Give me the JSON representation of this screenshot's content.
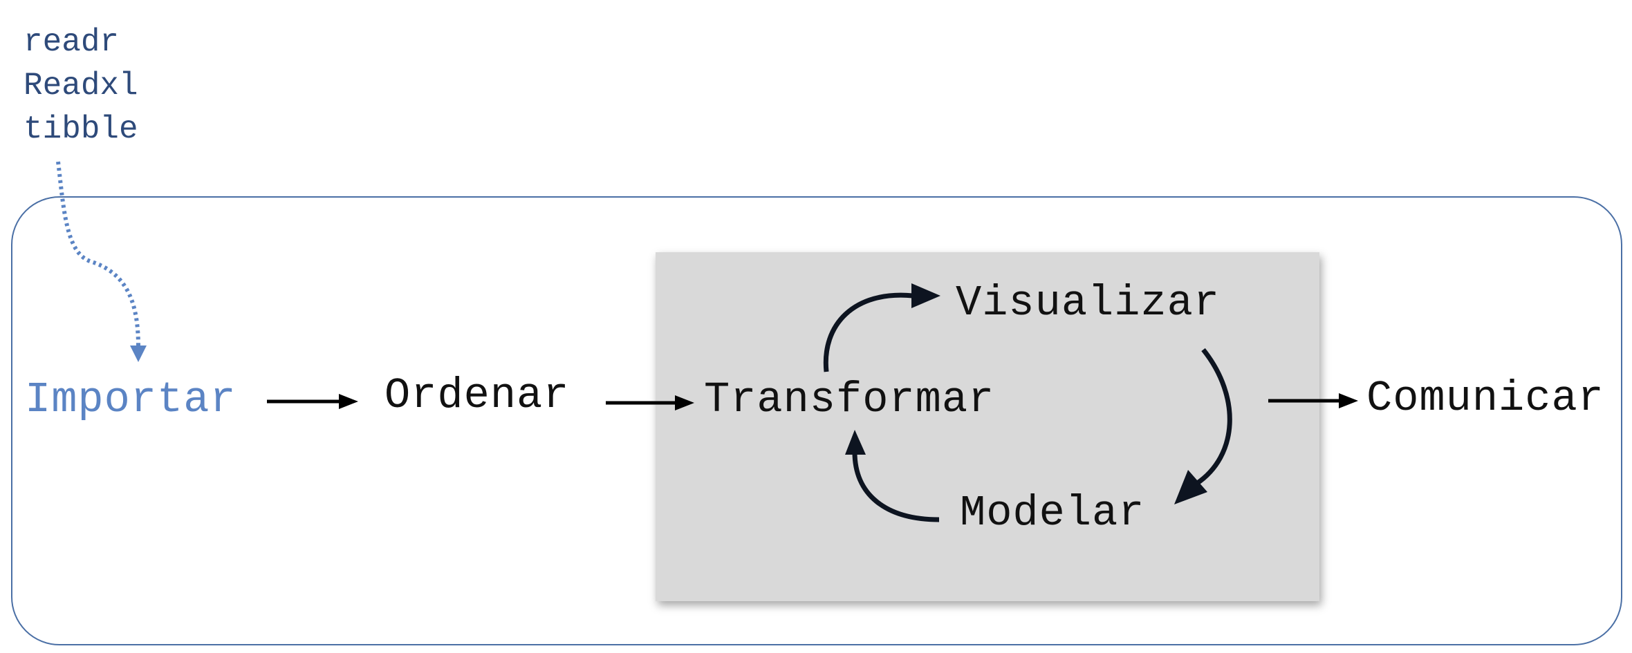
{
  "packages": [
    "readr",
    "Readxl",
    "tibble"
  ],
  "steps": {
    "import": "Importar",
    "tidy": "Ordenar",
    "transform": "Transformar",
    "visualize": "Visualizar",
    "model": "Modelar",
    "communicate": "Comunicar"
  },
  "colors": {
    "import_text": "#5b84c4",
    "packages_text": "#2e4a7a",
    "outer_border": "#4a6fa5",
    "inner_fill": "#d9d9d9",
    "arrow": "#000000",
    "cycle_arrow": "#0d1420",
    "dotted_arrow": "#5b84c4"
  }
}
